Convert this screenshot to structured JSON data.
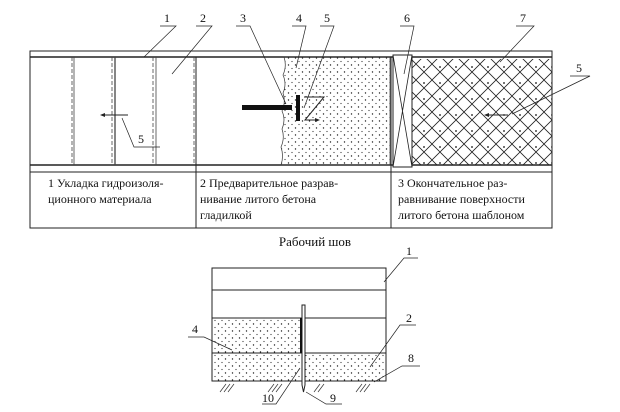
{
  "plan": {
    "callouts": [
      "1",
      "2",
      "3",
      "4",
      "5",
      "6",
      "7",
      "5",
      "5"
    ],
    "steps": [
      {
        "line1": "1 Укладка гидроизоля-",
        "line2": "ционного материала",
        "line3": ""
      },
      {
        "line1": "2 Предварительное разрав-",
        "line2": "нивание литого бетона",
        "line3": "гладилкой"
      },
      {
        "line1": "3 Окончательное раз-",
        "line2": "равнивание поверхности",
        "line3": "литого бетона шаблоном"
      }
    ]
  },
  "section": {
    "title": "Рабочий шов",
    "callouts": [
      "1",
      "4",
      "2",
      "8",
      "10",
      "9"
    ]
  }
}
